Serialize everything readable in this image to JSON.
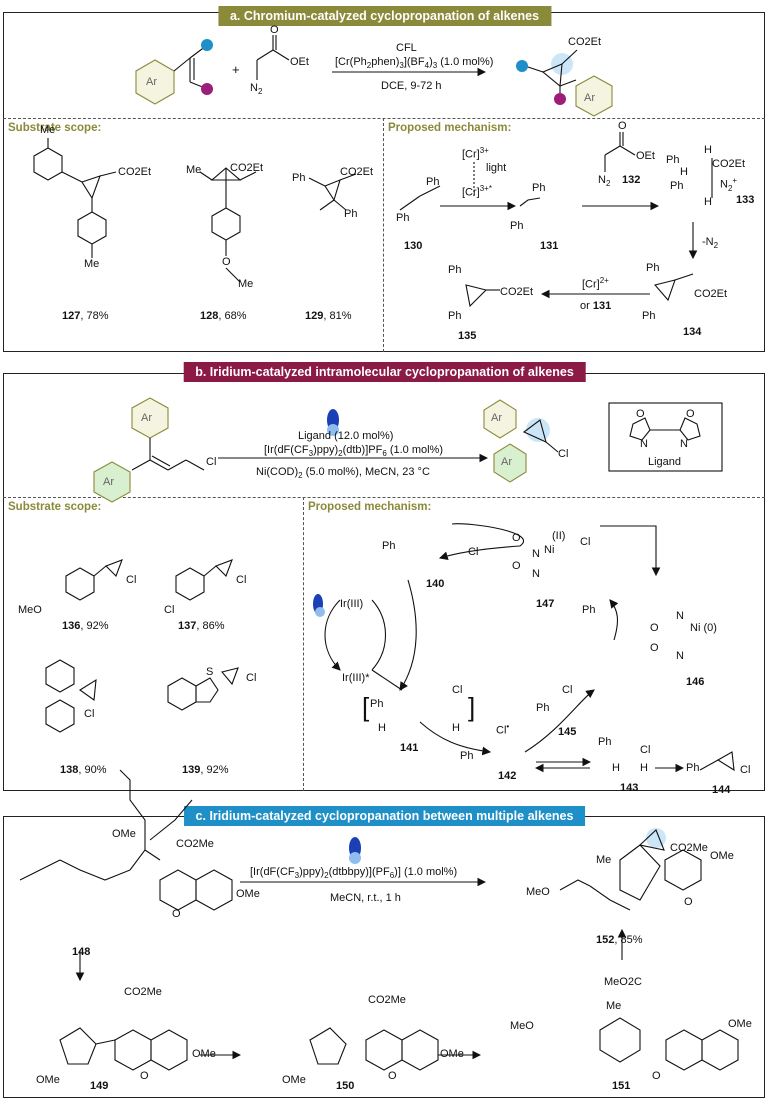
{
  "colors": {
    "panel_a": "#8a8a3a",
    "panel_b": "#8b1a45",
    "panel_c": "#1e8fc7",
    "scope_title": "#8a8a3a"
  },
  "panel_a": {
    "header": "a. Chromium-catalyzed  cyclopropanation of alkenes",
    "ar": "Ar",
    "plus": "+",
    "reagent_oet": "OEt",
    "reagent_o": "O",
    "reagent_n2": "N",
    "conditions": {
      "line1": "CFL",
      "line2": "[Cr(Ph",
      "line2b": "phen)",
      "line2c": "](BF",
      "line2d": ")",
      "line2e": " (1.0 mol%)",
      "sub2": "2",
      "sub3": "3",
      "sub4": "4",
      "line3": "DCE, 9-72 h"
    },
    "product_ester": "CO2Et",
    "scope_title": "Substrate scope:",
    "mech_title": "Proposed mechanism:",
    "scope": [
      {
        "id": "127",
        "yield": ", 78%",
        "subs": [
          "Me",
          "Me"
        ]
      },
      {
        "id": "128",
        "yield": ", 68%",
        "subs": [
          "Me",
          "O",
          "Me"
        ]
      },
      {
        "id": "129",
        "yield": ", 81%",
        "subs": [
          "Ph",
          "Ph"
        ]
      }
    ],
    "mech": {
      "cr3": "[Cr]",
      "cr3_sup": "3+",
      "light": "light",
      "cr3star": "[Cr]",
      "cr3star_sup": "3+*",
      "ph": "Ph",
      "oet": "OEt",
      "o": "O",
      "n2": "N",
      "h": "H",
      "n2plus": "N",
      "c130": "130",
      "c131": "131",
      "c132": "132",
      "c133": "133",
      "c134": "134",
      "c135": "135",
      "minus_n2": "-N",
      "cr2": "[Cr]",
      "cr2_sup": "2+",
      "or131_a": "or ",
      "or131_b": "131",
      "co2et": "CO2Et"
    }
  },
  "panel_b": {
    "header": "b. Iridium-catalyzed intramolecular cyclopropanation of alkenes",
    "ar": "Ar",
    "cl": "Cl",
    "conditions": {
      "line1": "Ligand (12.0 mol%)",
      "line2": "[Ir(dF(CF",
      "line2b": ")ppy)",
      "line2c": "(dtb)]PF",
      "line2d": " (1.0 mol%)",
      "line3": "Ni(COD)",
      "line3b": " (5.0 mol%), MeCN, 23 °C"
    },
    "ligand_label": "Ligand",
    "ligand_o": "O",
    "ligand_n": "N",
    "scope_title": "Substrate scope:",
    "mech_title": "Proposed mechanism:",
    "scope": [
      {
        "id": "136",
        "yield": ", 92%",
        "subs": [
          "MeO",
          "Cl"
        ]
      },
      {
        "id": "137",
        "yield": ", 86%",
        "subs": [
          "Cl",
          "Cl"
        ]
      },
      {
        "id": "138",
        "yield": ", 90%",
        "subs": [
          "Cl"
        ]
      },
      {
        "id": "139",
        "yield": ", 92%",
        "subs": [
          "S",
          "Cl"
        ]
      }
    ],
    "mech": {
      "ph": "Ph",
      "cl": "Cl",
      "h": "H",
      "ir3": "Ir(III)",
      "ir3star": "Ir(III)*",
      "ni2": "(II)",
      "ni0": "(0)",
      "ni": "Ni",
      "c140": "140",
      "c141": "141",
      "c142": "142",
      "c143": "143",
      "c144": "144",
      "c145": "145",
      "c146": "146",
      "c147": "147",
      "o": "O",
      "n": "N",
      "cl_rad": "Cl"
    }
  },
  "panel_c": {
    "header": "c. Iridium-catalyzed cyclopropanation between  multiple alkenes",
    "conditions": {
      "line1": "[Ir(dF(CF",
      "line1b": ")ppy)",
      "line1c": "(dtbbpy)](PF",
      "line1d": ")] (1.0 mol%)",
      "line2": "MeCN, r.t., 1 h"
    },
    "labels": {
      "ome": "OMe",
      "co2me": "CO2Me",
      "o": "O",
      "meo": "MeO",
      "me": "Me",
      "meo2c": "MeO2C"
    },
    "c148": "148",
    "c149": "149",
    "c150": "150",
    "c151": "151",
    "c152": "152",
    "c152_yield": ", 85%"
  }
}
